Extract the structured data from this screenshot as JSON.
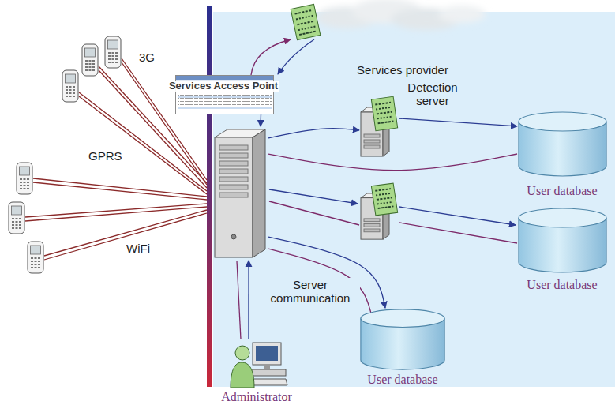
{
  "diagram": {
    "nodes": [
      {
        "text": [
          "Services provider"
        ]
      },
      {
        "text": [
          "Server communication"
        ],
        "in": 0
      },
      {
        "text": [
          "Services Access Point"
        ]
      },
      {
        "text": [
          "Detection server"
        ],
        "in": 0
      },
      {
        "text": [
          "User database"
        ],
        "in": 0
      },
      {
        "text": [
          "User database"
        ],
        "in": 0
      },
      {
        "text": [
          "User database"
        ],
        "in": 0
      },
      {
        "text": [
          "Administrator"
        ]
      }
    ],
    "edges": [
      {
        "from": 2,
        "to": 1,
        "arrow": "to"
      },
      {
        "from": 1,
        "to": 3,
        "arrow": "to"
      },
      {
        "from": 3,
        "to": 4,
        "arrow": "to"
      },
      {
        "from": 1,
        "to": 4,
        "arrow": "none"
      },
      {
        "from": 1,
        "to": 6,
        "arrow": "to"
      },
      {
        "from": 1,
        "to": 6,
        "arrow": "none"
      },
      {
        "from": 7,
        "to": 1,
        "arrow": "to"
      },
      {
        "from": 1,
        "to": 7,
        "arrow": "none"
      }
    ],
    "labels": [
      "3G",
      "GPRS",
      "WiFi"
    ]
  }
}
